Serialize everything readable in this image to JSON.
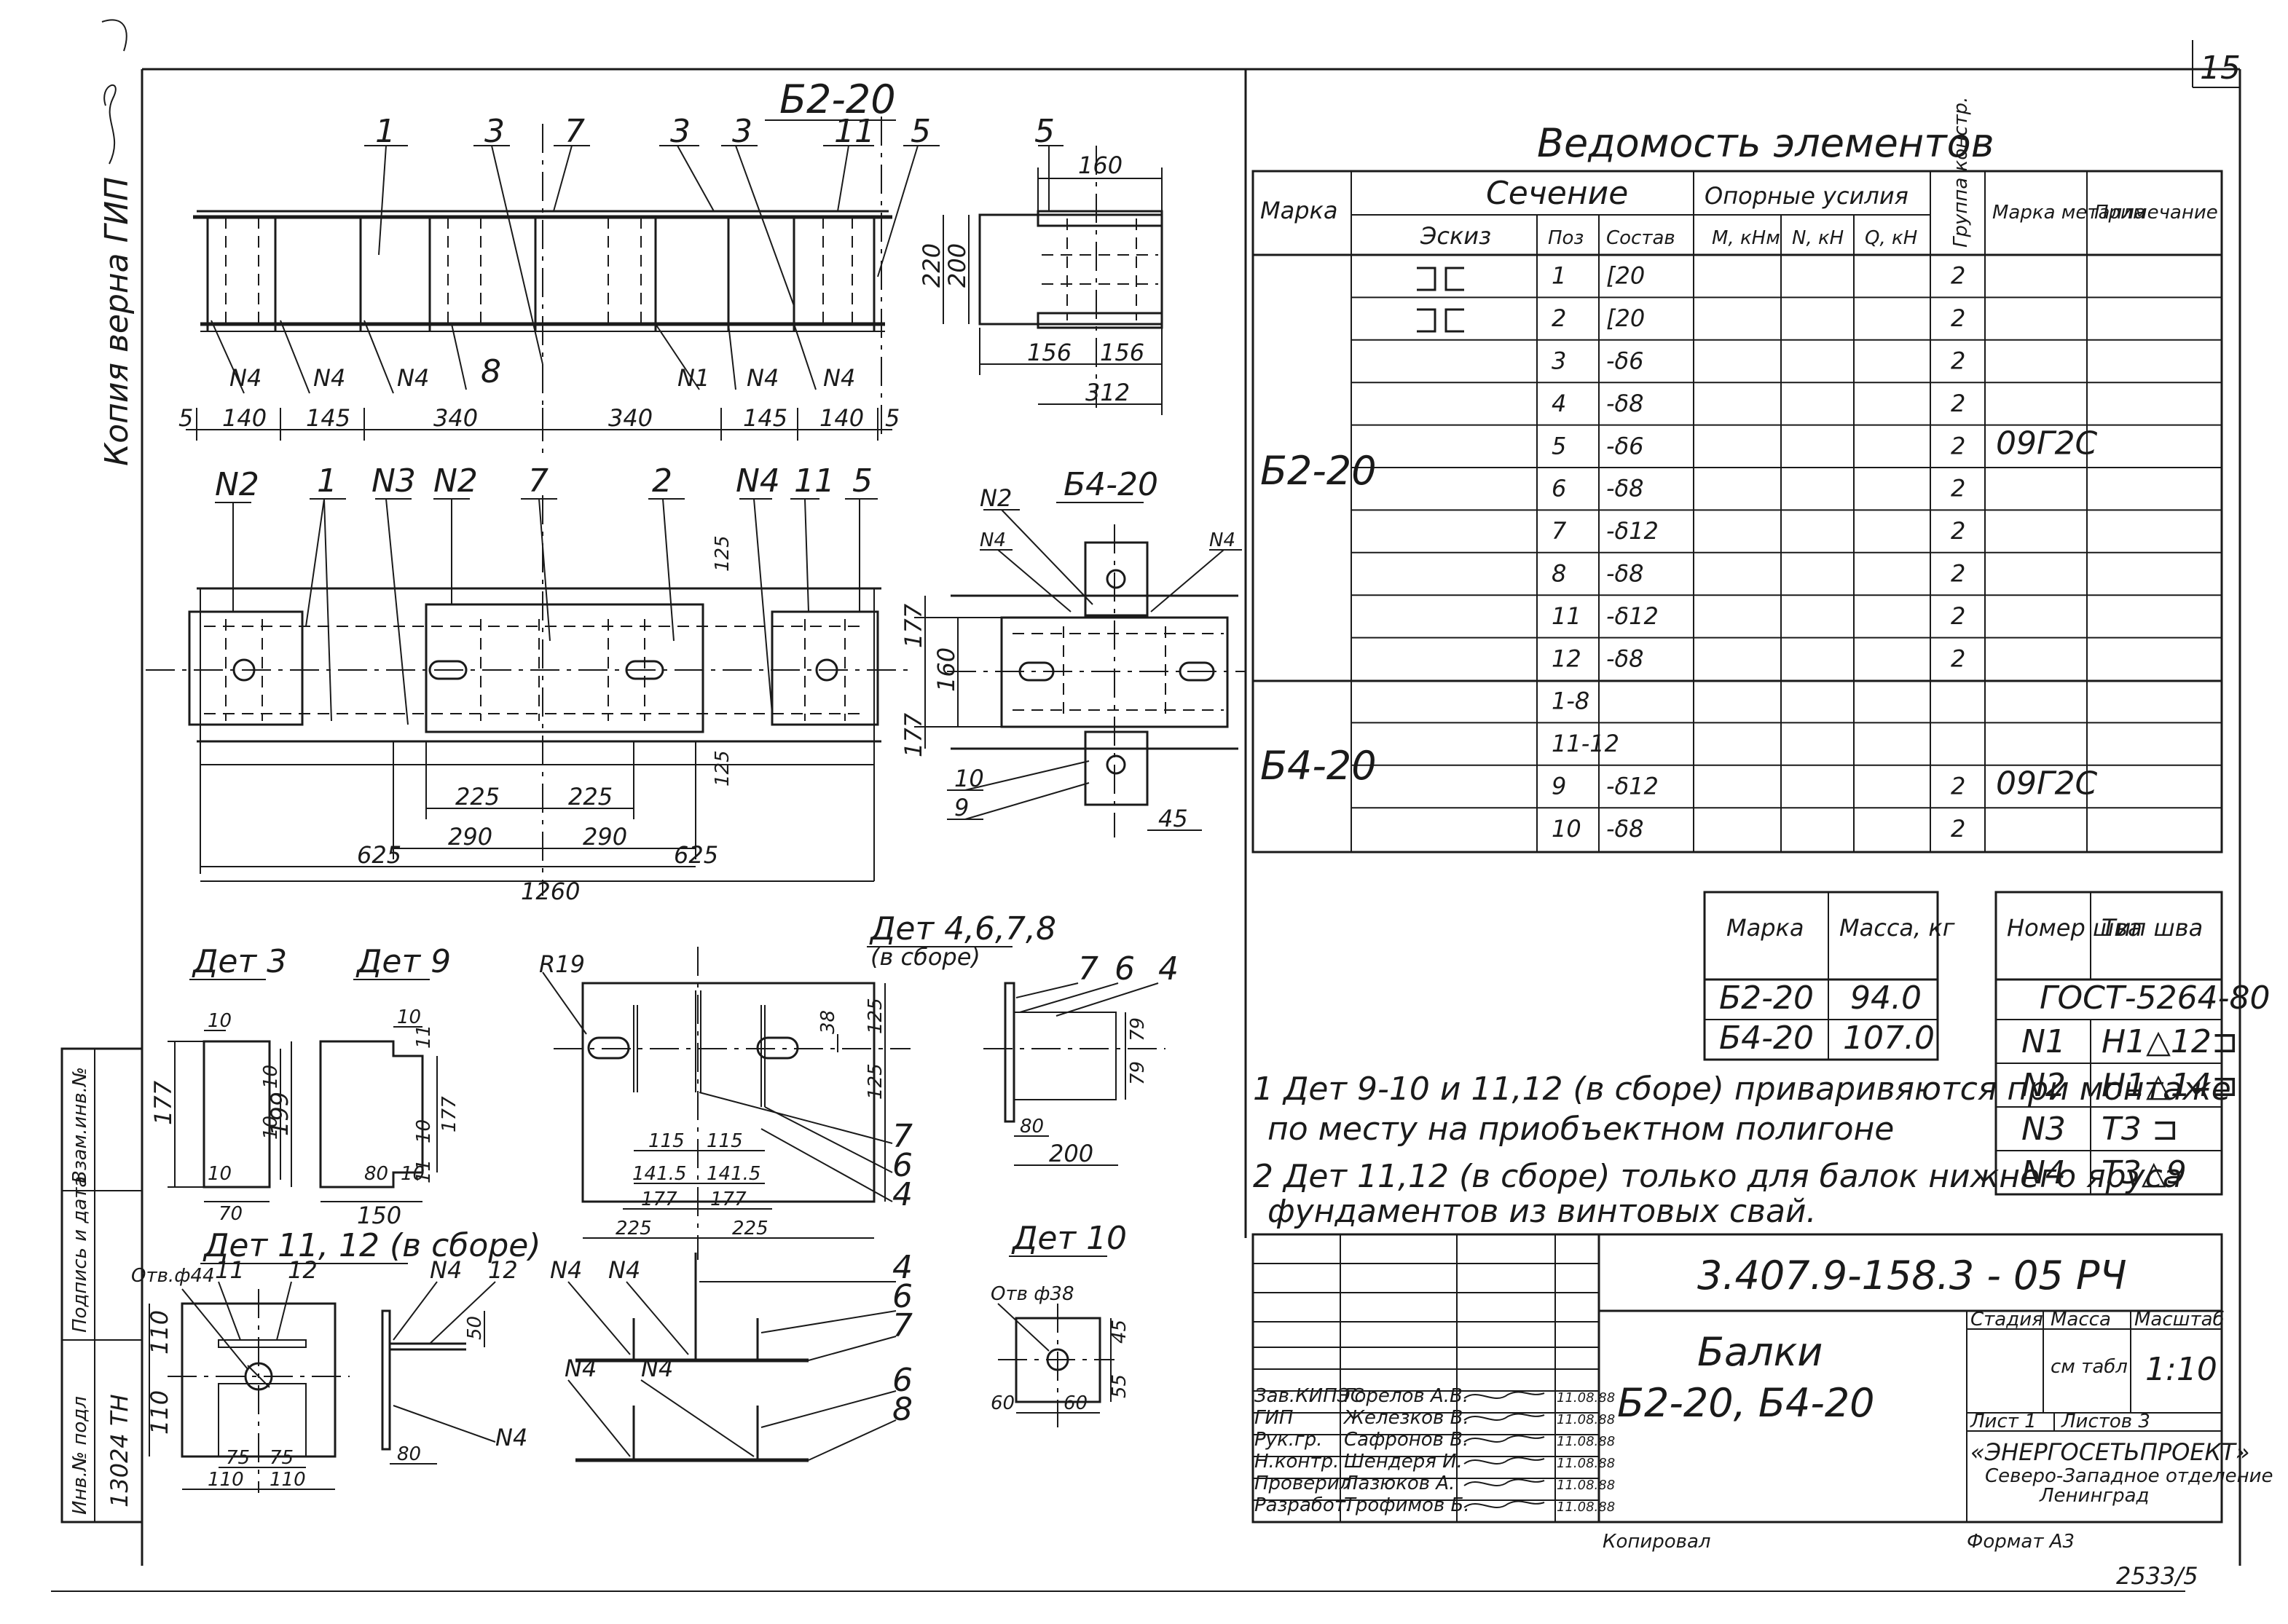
{
  "sheet": {
    "number": "15",
    "bottom_code": "2533/5",
    "copy_note": "Копия верна   ГИП",
    "side_labels": [
      "Инв.№ подл",
      "Подпись и дата",
      "Взам.инв.№"
    ],
    "inventory_no": "13024 ТН"
  },
  "views": {
    "b2_title": "Б2-20",
    "b4_title": "Б4-20",
    "top_callouts": [
      "1",
      "3",
      "7",
      "3",
      "3",
      "11",
      "5"
    ],
    "top_dims": [
      "5",
      "140",
      "145",
      "340",
      "340",
      "145",
      "140",
      "5"
    ],
    "top_welds": [
      "N4",
      "N4",
      "N4",
      "8",
      "N1",
      "N4",
      "N4"
    ],
    "side_dims": [
      "160",
      "220",
      "200",
      "156",
      "156",
      "312"
    ],
    "side_callout": "5",
    "plan_callouts": [
      "N2",
      "1",
      "N3",
      "N2",
      "7",
      "2",
      "N4",
      "11",
      "5"
    ],
    "plan_dims": [
      "225",
      "225",
      "290",
      "290",
      "625",
      "625",
      "1260",
      "125",
      "125"
    ],
    "b4_labels": [
      "N2",
      "N4",
      "N4",
      "10",
      "9",
      "177",
      "160",
      "177",
      "45"
    ]
  },
  "details": {
    "det3": {
      "title": "Дет 3",
      "dims": [
        "10",
        "177",
        "10",
        "10",
        "10",
        "70"
      ]
    },
    "det9": {
      "title": "Дет 9",
      "dims": [
        "10",
        "11",
        "199",
        "10",
        "11",
        "177",
        "80",
        "10",
        "150"
      ]
    },
    "det4678": {
      "title": "Дет 4,6,7,8",
      "subtitle": "(в сборе)",
      "r_label": "R19",
      "dims": [
        "38",
        "125",
        "125",
        "115",
        "115",
        "141.5",
        "141.5",
        "177",
        "177",
        "225",
        "225"
      ],
      "callouts": [
        "7",
        "6",
        "4"
      ]
    },
    "detSide": {
      "callouts": [
        "7",
        "6",
        "4"
      ],
      "dims": [
        "79",
        "79",
        "80",
        "200"
      ]
    },
    "det1112": {
      "title": "Дет 11, 12 (в сборе)",
      "hole": "Отв.ф44",
      "callouts": [
        "11",
        "12"
      ],
      "dims": [
        "110",
        "110",
        "75",
        "75",
        "110",
        "110"
      ]
    },
    "det1112side": {
      "labels": [
        "N4",
        "12",
        "50",
        "80",
        "N4"
      ]
    },
    "detSection": {
      "labels": [
        "N4",
        "N4",
        "4",
        "6",
        "7",
        "N4",
        "N4",
        "6",
        "8"
      ]
    },
    "det10": {
      "title": "Дет 10",
      "hole": "Отв ф38",
      "dims": [
        "45",
        "60",
        "60",
        "55"
      ]
    }
  },
  "vedomost": {
    "title": "Ведомость элементов",
    "h_mark": "Марка",
    "h_section": "Сечение",
    "h_sketch": "Эскиз",
    "h_pos": "Поз",
    "h_sostav": "Состав",
    "h_forces": "Опорные усилия",
    "h_m": "М, кНм",
    "h_n": "N, кН",
    "h_q": "Q, кН",
    "h_group": "Группа констр.",
    "h_metal": "Марка металла",
    "h_note": "Примечание",
    "rows": [
      {
        "mark": "Б2-20",
        "pos": "1",
        "sostav": "[20",
        "group": "2",
        "metal": ""
      },
      {
        "mark": "",
        "pos": "2",
        "sostav": "[20",
        "group": "2",
        "metal": ""
      },
      {
        "mark": "",
        "pos": "3",
        "sostav": "-δ6",
        "group": "2",
        "metal": ""
      },
      {
        "mark": "",
        "pos": "4",
        "sostav": "-δ8",
        "group": "2",
        "metal": ""
      },
      {
        "mark": "",
        "pos": "5",
        "sostav": "-δ6",
        "group": "2",
        "metal": "09Г2С"
      },
      {
        "mark": "",
        "pos": "6",
        "sostav": "-δ8",
        "group": "2",
        "metal": ""
      },
      {
        "mark": "",
        "pos": "7",
        "sostav": "-δ12",
        "group": "2",
        "metal": ""
      },
      {
        "mark": "",
        "pos": "8",
        "sostav": "-δ8",
        "group": "2",
        "metal": ""
      },
      {
        "mark": "",
        "pos": "11",
        "sostav": "-δ12",
        "group": "2",
        "metal": ""
      },
      {
        "mark": "",
        "pos": "12",
        "sostav": "-δ8",
        "group": "2",
        "metal": ""
      },
      {
        "mark": "",
        "pos": "1-8",
        "sostav": "",
        "group": "",
        "metal": ""
      },
      {
        "mark": "Б4-20",
        "pos": "11-12",
        "sostav": "",
        "group": "",
        "metal": ""
      },
      {
        "mark": "",
        "pos": "9",
        "sostav": "-δ12",
        "group": "2",
        "metal": "09Г2С"
      },
      {
        "mark": "",
        "pos": "10",
        "sostav": "-δ8",
        "group": "2",
        "metal": ""
      }
    ],
    "mark_b2": "Б2-20",
    "mark_b4": "Б4-20"
  },
  "mass": {
    "h_mark": "Марка",
    "h_mass": "Масса, кг",
    "rows": [
      {
        "mark": "Б2-20",
        "mass": "94.0"
      },
      {
        "mark": "Б4-20",
        "mass": "107.0"
      }
    ]
  },
  "welds": {
    "h_num": "Номер шва",
    "h_type": "Тип шва",
    "gost": "ГОСТ-5264-80",
    "rows": [
      {
        "num": "N1",
        "type": "Н1△12⊐"
      },
      {
        "num": "N2",
        "type": "Н1△14⊐"
      },
      {
        "num": "N3",
        "type": "Т3 ⊐"
      },
      {
        "num": "N4",
        "type": "Т3△9"
      }
    ]
  },
  "notes": [
    "1 Дет 9-10 и 11,12 (в сборе) приваривяются при монтаже",
    "по месту на приобъектном полигоне",
    "2 Дет 11,12 (в сборе) только для балок нижнего яруса",
    "фундаментов из винтовых свай."
  ],
  "title_block": {
    "doc_code": "3.407.9-158.3 - 05 РЧ",
    "name": "Балки",
    "marks": "Б2-20,   Б4-20",
    "stage_h": "Стадия",
    "mass_h": "Масса",
    "scale_h": "Масштаб",
    "mass_v": "см табл",
    "scale_v": "1:10",
    "sheet_l": "Лист 1",
    "sheets_l": "Листов 3",
    "org": "«ЭНЕРГОСЕТЬПРОЕКТ»",
    "org2": "Северо-Западное отделение",
    "org3": "Ленинград",
    "copied": "Копировал",
    "format": "Формат А3",
    "people": [
      {
        "role": "Зав.КИПЭС",
        "name": "Горелов А.В.",
        "date": "11.08.88"
      },
      {
        "role": "ГИП",
        "name": "Железков В.",
        "date": "11.08.88"
      },
      {
        "role": "Рук.гр.",
        "name": "Сафронов В.",
        "date": "11.08.88"
      },
      {
        "role": "Н.контр.",
        "name": "Шендеря И.",
        "date": "11.08.88"
      },
      {
        "role": "Проверил",
        "name": "Лазюков А.",
        "date": "11.08.88"
      },
      {
        "role": "Разработ.",
        "name": "Трофимов Б.",
        "date": "11.08.88"
      }
    ]
  }
}
